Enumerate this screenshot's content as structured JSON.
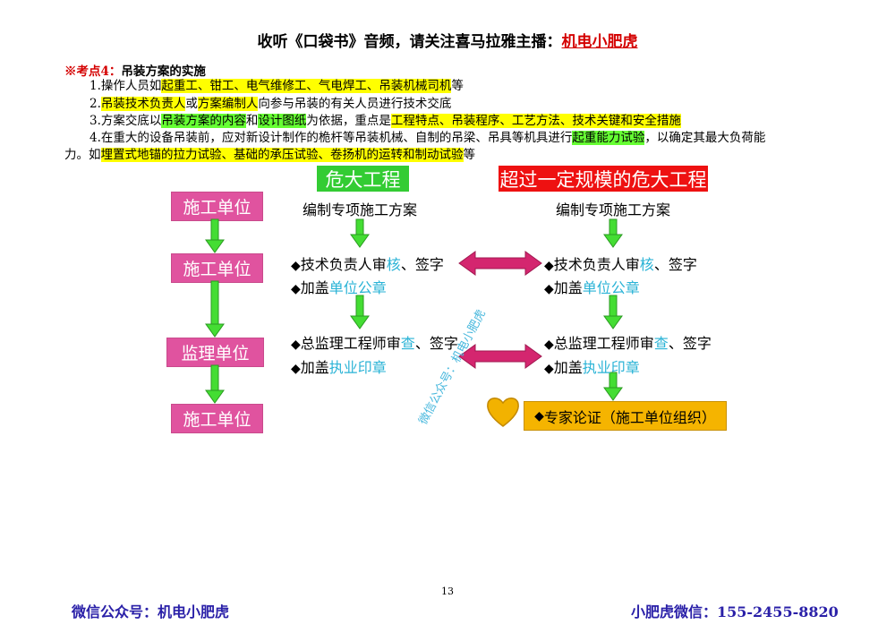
{
  "header": {
    "prefix": "收听《口袋书》音频，请关注喜马拉雅主播：",
    "brand": "机电小肥虎"
  },
  "section": {
    "mark": "※考点4：",
    "title": "吊装方案的实施"
  },
  "items": [
    {
      "parts": [
        {
          "text": "1.操作人员如",
          "hl": ""
        },
        {
          "text": "起重工、钳工、电气维修工、气电焊工、吊装机械司机",
          "hl": "y"
        },
        {
          "text": "等",
          "hl": ""
        }
      ]
    },
    {
      "parts": [
        {
          "text": "2.",
          "hl": ""
        },
        {
          "text": "吊装技术负责人",
          "hl": "y"
        },
        {
          "text": "或",
          "hl": ""
        },
        {
          "text": "方案编制人",
          "hl": "y"
        },
        {
          "text": "向参与吊装的有关人员进行技术交底",
          "hl": ""
        }
      ]
    },
    {
      "parts": [
        {
          "text": "3.方案交底以",
          "hl": ""
        },
        {
          "text": "吊装方案的内容",
          "hl": "g"
        },
        {
          "text": "和",
          "hl": ""
        },
        {
          "text": "设计图纸",
          "hl": "g"
        },
        {
          "text": "为依据，重点是",
          "hl": ""
        },
        {
          "text": "工程特点、吊装程序、工艺方法、技术关键和安全措施",
          "hl": "y"
        }
      ]
    },
    {
      "parts": [
        {
          "text": "4.在重大的设备吊装前，应对新设计制作的桅杆等吊装机械、自制的吊梁、吊具等机具进行",
          "hl": ""
        },
        {
          "text": "起重能力试验",
          "hl": "g"
        },
        {
          "text": "，以确定其最大负荷能",
          "hl": ""
        }
      ]
    },
    {
      "parts": [
        {
          "text": "力。如",
          "hl": ""
        },
        {
          "text": "埋置式地锚的拉力试验、基础的承压试验、卷扬机的运转和制动试验",
          "hl": "y"
        },
        {
          "text": "等",
          "hl": ""
        }
      ]
    }
  ],
  "diagram": {
    "left_units": [
      "施工单位",
      "施工单位",
      "监理单位",
      "施工单位"
    ],
    "badge_left": "危大工程",
    "badge_right": "超过一定规模的危大工程",
    "plan_left": "编制专项施工方案",
    "plan_right": "编制专项施工方案",
    "bullet_symbol": "◆",
    "tech_sign": {
      "pre": "技术负责人审",
      "hl": "核",
      "post": "、签字"
    },
    "stamp_unit": {
      "pre": "加盖",
      "hl": "单位公章"
    },
    "chief_sign": {
      "pre": "总监理工程师审",
      "hl": "查",
      "post": "、签字"
    },
    "stamp_practice": {
      "pre": "加盖",
      "hl": "执业印章"
    },
    "expert": "专家论证（施工单位组织）",
    "watermark": "微信公众号：机电小肥虎"
  },
  "page_number": "13",
  "footer": {
    "left": "微信公众号：机电小肥虎",
    "right": "小肥虎微信：155-2455-8820"
  },
  "icons": {
    "heart": "heart-icon",
    "double_arrow": "double-arrow-icon",
    "down_arrow": "down-arrow-icon"
  },
  "colors": {
    "pink": "#e0539f",
    "green": "#33cc33",
    "red": "#ee1111",
    "cyan": "#2ab3d6",
    "gold": "#f5b400",
    "highlight_yellow": "#ffff00",
    "highlight_green": "#66ff33",
    "brand_red": "#d40000",
    "footer_blue": "#2a20a8"
  }
}
